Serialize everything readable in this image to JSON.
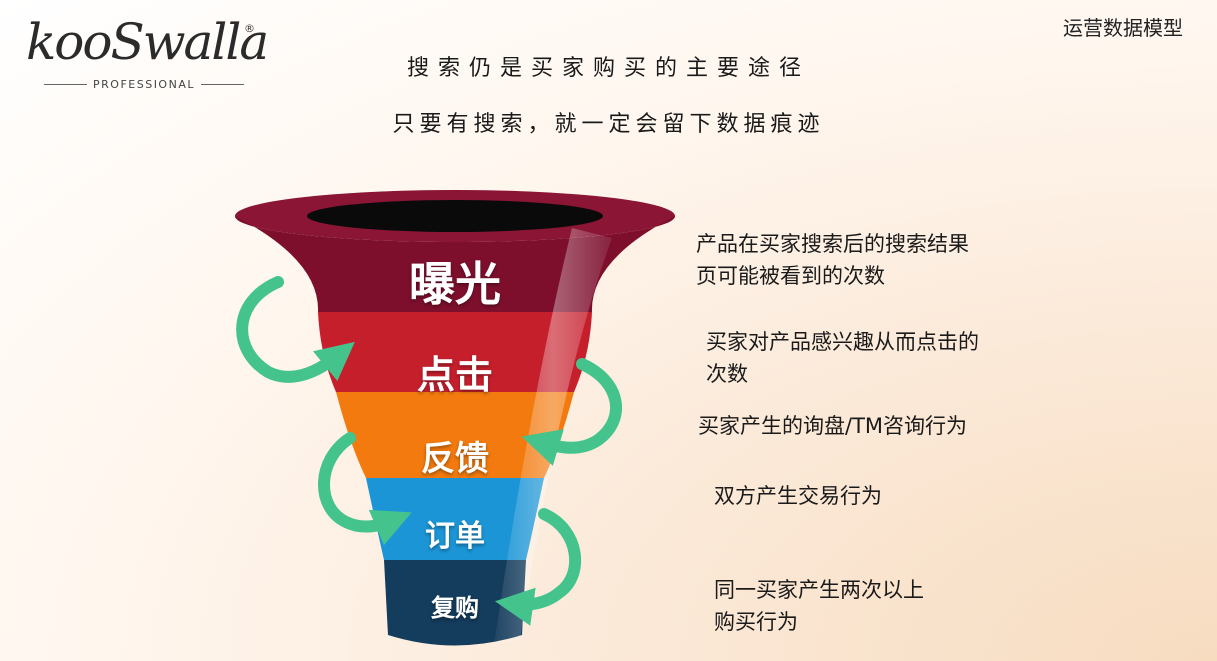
{
  "logo": {
    "brand": "kooSwalla",
    "registered": "®",
    "sub": "PROFESSIONAL"
  },
  "corner_title": "运营数据模型",
  "headline": [
    "搜索仍是买家购买的主要途径",
    "只要有搜索，就一定会留下数据痕迹"
  ],
  "stages": [
    {
      "label": "曝光",
      "description": [
        "产品在买家搜索后的搜索结果",
        "页可能被看到的次数"
      ],
      "color": "#7d0f2d"
    },
    {
      "label": "点击",
      "description": [
        "买家对产品感兴趣从而点击的",
        "次数"
      ],
      "color": "#c61f2c"
    },
    {
      "label": "反馈",
      "description": [
        "买家产生的询盘/TM咨询行为"
      ],
      "color": "#f27a0e"
    },
    {
      "label": "订单",
      "description": [
        "双方产生交易行为"
      ],
      "color": "#1c95d6"
    },
    {
      "label": "复购",
      "description": [
        "同一买家产生两次以上",
        "购买行为"
      ],
      "color": "#143c5c"
    }
  ],
  "arrow_color": "#44c48c"
}
